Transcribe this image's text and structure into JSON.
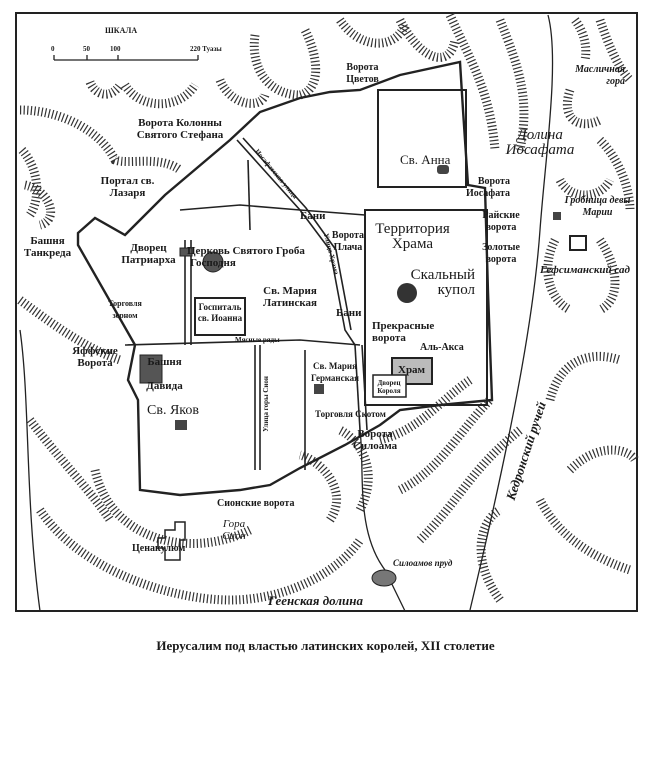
{
  "scale": {
    "title": "ШКАЛА",
    "ticks": [
      "0",
      "50",
      "100",
      "220 Туазы"
    ]
  },
  "labels": {
    "gate_flowers": "Ворота Цветов",
    "gate_stephen": "Ворота Колонны Святого Стефана",
    "portal_lazarus": "Портал св. Лазаря",
    "tower_tancred": "Башня Танкреда",
    "patriarch_palace": "Дворец Патриарха",
    "holy_sepulchre": "Церковь Святого Гроба Господня",
    "st_mary_latin": "Св. Мария Латинская",
    "hospital": "Госпиталь св. Иоанна",
    "market_grain": "Торговля зерном",
    "jaffa_gate": "Яффские Ворота",
    "tower_david": "Башня Давида",
    "st_james": "Св. Яков",
    "st_anne": "Св. Анна",
    "baths": "Бани",
    "baths2": "Бани",
    "gate_weeping": "Ворота Плача",
    "temple_territory": "Территория Храма",
    "dome_rock": "Скальный купол",
    "beautiful_gate": "Прекрасные ворота",
    "al_aqsa": "Аль-Акса",
    "temple": "Храм",
    "royal_palace": "Дворец Короля",
    "st_mary_german": "Св. Мария Германская",
    "market_cattle": "Торговля Скотом",
    "gate_siloam": "Ворота Силоама",
    "zion_gate": "Сионские ворота",
    "mount_zion": "Гора Сион",
    "cenacle": "Ценакулюм",
    "siloam_pool": "Силоамов пруд",
    "gehenna": "Геенская долина",
    "kidron": "Кедронский ручей",
    "gate_jehoshaphat": "Ворота Иосафата",
    "valley_jehoshaphat": "Долина Иосафата",
    "paradise_gate": "Райские ворота",
    "golden_gate": "Золотые ворота",
    "olives": "Масличная гора",
    "tomb_mary": "Гробница девы Марии",
    "gethsemane": "Гефсиманский сад",
    "street_jehoshaphat": "Иосафатская улица",
    "street_zion": "Улица горы Сион",
    "street_temple": "Улица Храма",
    "meat_row": "Мясные ряды"
  },
  "caption": "Иерусалим под властью латинских королей, XII столетие"
}
